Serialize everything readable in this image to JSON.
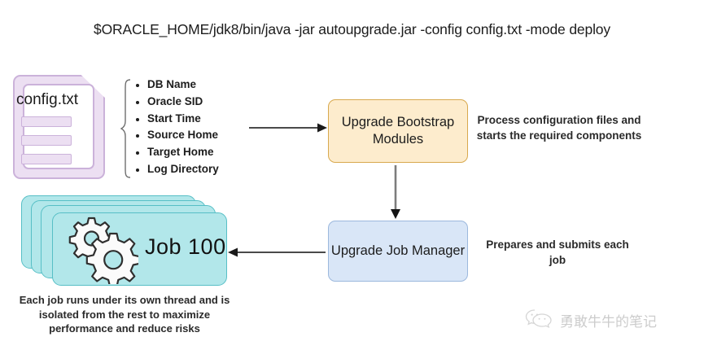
{
  "diagram": {
    "command_line": "$ORACLE_HOME/jdk8/bin/java -jar autoupgrade.jar -config config.txt -mode deploy",
    "config_file": {
      "label": "config.txt",
      "icon": "document-icon"
    },
    "config_params": [
      "DB Name",
      "Oracle SID",
      "Start Time",
      "Source Home",
      "Target Home",
      "Log Directory"
    ],
    "nodes": {
      "bootstrap": {
        "label": "Upgrade Bootstrap Modules",
        "description": "Process configuration files and starts the required components",
        "fill": "#fdeccd",
        "stroke": "#d8a94e"
      },
      "job_manager": {
        "label": "Upgrade Job Manager",
        "description": "Prepares and submits each job",
        "fill": "#d9e6f7",
        "stroke": "#9cb8dd"
      },
      "job": {
        "label": "Job 100",
        "caption": "Each job runs under its own thread and is isolated from the rest to maximize performance and reduce risks",
        "fill": "#b2e7ea",
        "stroke": "#57bfc6",
        "stack_count": 4
      }
    },
    "arrows": [
      {
        "name": "config-to-bootstrap",
        "direction": "right"
      },
      {
        "name": "bootstrap-to-jobmanager",
        "direction": "down"
      },
      {
        "name": "jobmanager-to-job",
        "direction": "left"
      }
    ]
  },
  "watermark": {
    "text": "勇敢牛牛的笔记",
    "icon": "wechat-icon",
    "color": "#b9b9b9"
  }
}
